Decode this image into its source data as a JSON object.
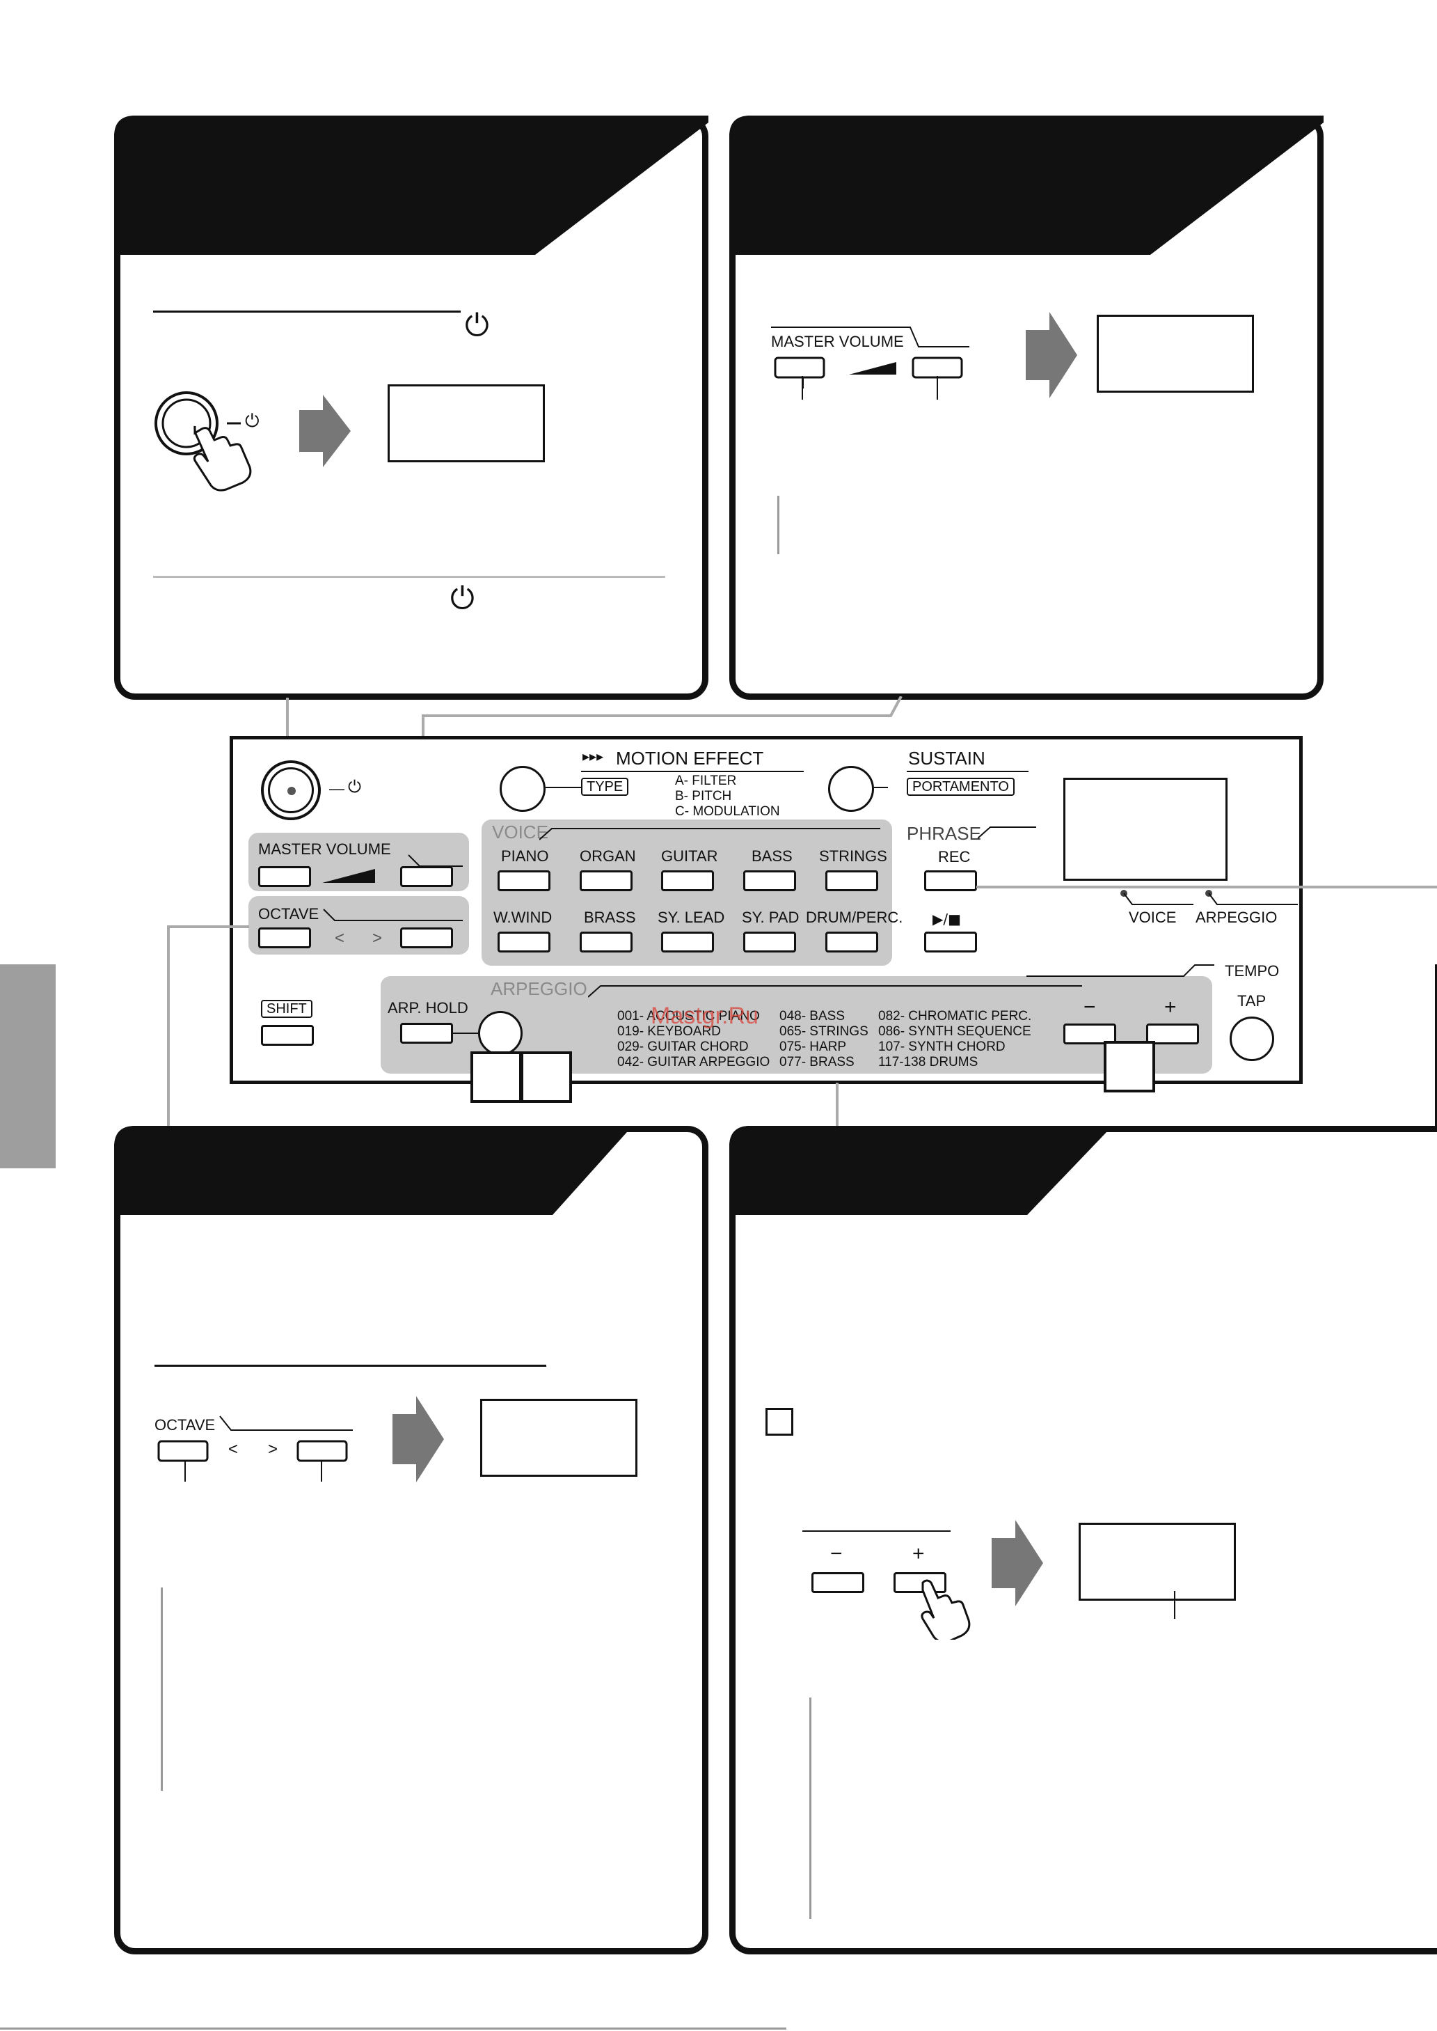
{
  "watermark": "Mastgr.Ru",
  "side_tab": {
    "color": "#9e9e9e"
  },
  "top_left_card": {
    "power_symbol_1": "⏻",
    "power_symbol_2": "⏻",
    "power_symbol_small": "⏻"
  },
  "top_right_card": {
    "master_volume_label": "MASTER VOLUME"
  },
  "panel": {
    "motion_effect": "MOTION EFFECT",
    "motion_effect_arrows": "▸▸▸",
    "type_label": "TYPE",
    "type_options": [
      "A- FILTER",
      "B- PITCH",
      "C- MODULATION"
    ],
    "sustain": "SUSTAIN",
    "portamento": "PORTAMENTO",
    "master_volume": "MASTER VOLUME",
    "octave": "OCTAVE",
    "octave_left": "<",
    "octave_right": ">",
    "shift": "SHIFT",
    "voice_group": "VOICE",
    "voice_row1": [
      "PIANO",
      "ORGAN",
      "GUITAR",
      "BASS",
      "STRINGS"
    ],
    "voice_row2": [
      "W.WIND",
      "BRASS",
      "SY. LEAD",
      "SY. PAD",
      "DRUM/PERC."
    ],
    "phrase": "PHRASE",
    "rec": "REC",
    "play_stop": "▶/■",
    "voice_indicator": "VOICE",
    "arpeggio_indicator": "ARPEGGIO",
    "arpeggio_group": "ARPEGGIO",
    "arp_hold": "ARP. HOLD",
    "arp_list_col1": [
      "001- ACOUSTIC PIANO",
      "019- KEYBOARD",
      "029- GUITAR CHORD",
      "042- GUITAR ARPEGGIO"
    ],
    "arp_list_col2": [
      "048- BASS",
      "065- STRINGS",
      "075- HARP",
      "077- BRASS"
    ],
    "arp_list_col3": [
      "082- CHROMATIC PERC.",
      "086- SYNTH SEQUENCE",
      "107- SYNTH CHORD",
      "117-138 DRUMS"
    ],
    "tempo": "TEMPO",
    "tempo_minus": "−",
    "tempo_plus": "+",
    "tap": "TAP"
  },
  "bottom_left_card": {
    "octave_label": "OCTAVE",
    "left": "<",
    "right": ">"
  },
  "bottom_right_card": {
    "minus": "−",
    "plus": "+"
  }
}
